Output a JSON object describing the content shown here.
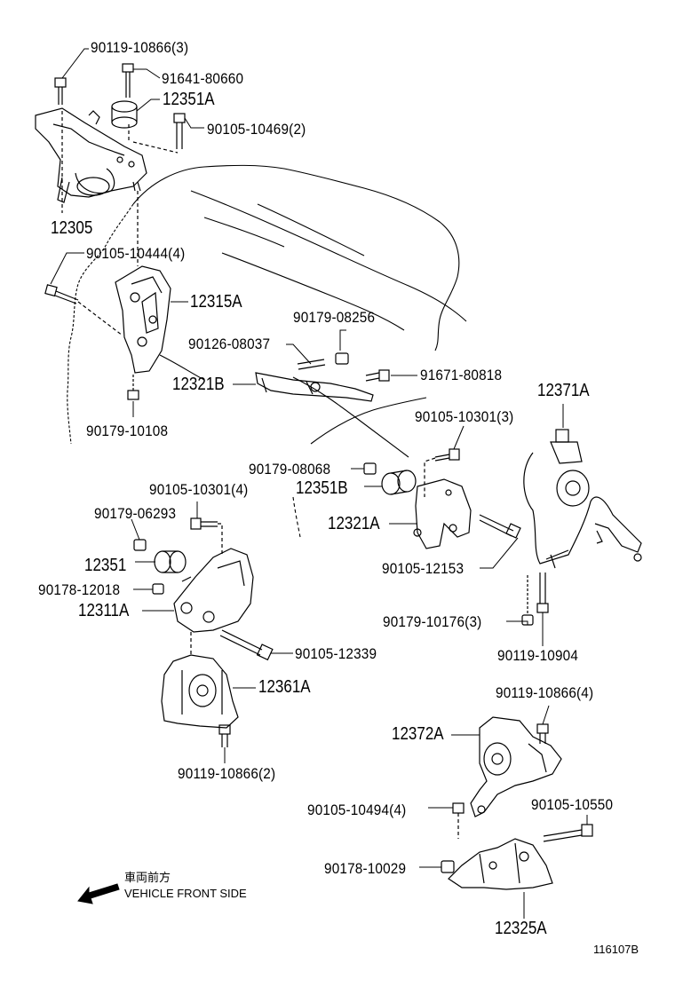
{
  "labels": {
    "p90119_10866_3": "90119-10866(3)",
    "p91641_80660": "91641-80660",
    "p12351A": "12351A",
    "p90105_10469_2": "90105-10469(2)",
    "p12305": "12305",
    "p90105_10444_4": "90105-10444(4)",
    "p12315A": "12315A",
    "p90179_08256": "90179-08256",
    "p90126_08037": "90126-08037",
    "p91671_80818": "91671-80818",
    "p12321B": "12321B",
    "p90179_10108": "90179-10108",
    "p12371A": "12371A",
    "p90105_10301_3": "90105-10301(3)",
    "p90179_08068": "90179-08068",
    "p12351B": "12351B",
    "p90105_10301_4": "90105-10301(4)",
    "p90179_06293": "90179-06293",
    "p12321A": "12321A",
    "p12351": "12351",
    "p90105_12153": "90105-12153",
    "p90178_12018": "90178-12018",
    "p12311A": "12311A",
    "p90179_10176_3": "90179-10176(3)",
    "p90105_12339": "90105-12339",
    "p90119_10904": "90119-10904",
    "p12361A": "12361A",
    "p90119_10866_4": "90119-10866(4)",
    "p12372A": "12372A",
    "p90119_10866_2": "90119-10866(2)",
    "p90105_10494_4": "90105-10494(4)",
    "p90105_10550": "90105-10550",
    "p90178_10029": "90178-10029",
    "p12325A": "12325A"
  },
  "direction": {
    "jp": "車両前方",
    "en": "VEHICLE FRONT SIDE"
  },
  "figure_id": "116107B"
}
